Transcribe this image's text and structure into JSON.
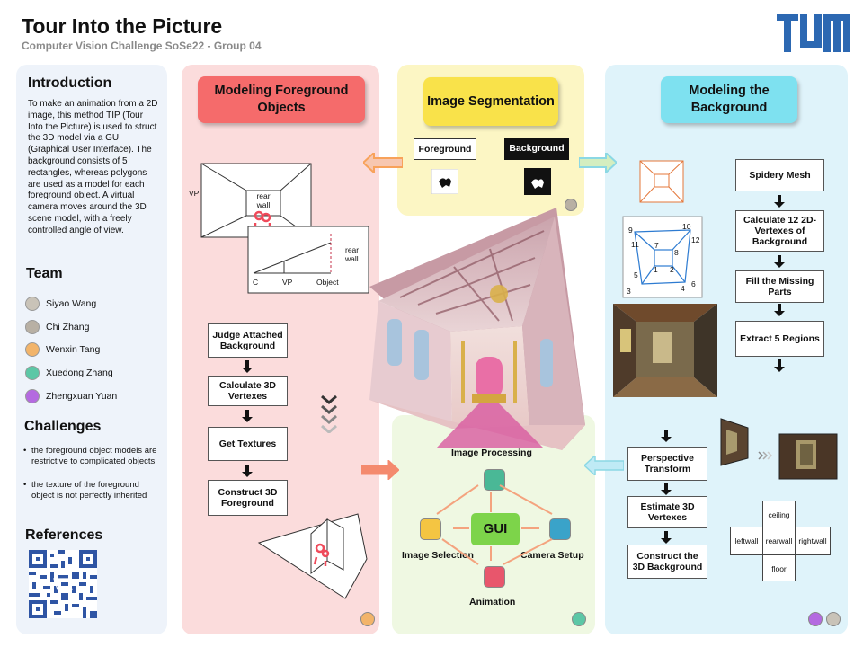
{
  "header": {
    "title": "Tour Into the Picture",
    "subtitle": "Computer Vision Challenge  SoSe22 - Group  04",
    "logo_text": "TUM"
  },
  "colors": {
    "foreground_panel": "#fbdcdc",
    "segmentation_panel": "#fcf6c4",
    "gui_panel": "#eff8e2",
    "background_panel": "#dff3fa",
    "foreground_header": "#f56b6b",
    "segmentation_header": "#f9e24a",
    "background_header": "#7ee1f0",
    "gui_center": "#7dd44a",
    "tum_blue": "#2c68b2"
  },
  "sidebar": {
    "intro_title": "Introduction",
    "intro_text": "To make  an animation from a 2D image,  this method TIP (Tour Into the Picture) is used to struct the 3D model via a GUI (Graphical User Interface). The background consists of 5 rectangles, whereas polygons are used as a model  for each foreground object. A virtual camera moves around the 3D scene model,  with a freely controlled angle of view.",
    "team_title": "Team",
    "team": [
      {
        "name": "Siyao Wang",
        "color": "#c9c3b8"
      },
      {
        "name": "Chi Zhang",
        "color": "#b8b0a4"
      },
      {
        "name": "Wenxin Tang",
        "color": "#f2b46a"
      },
      {
        "name": "Xuedong Zhang",
        "color": "#5cc7a6"
      },
      {
        "name": "Zhengxuan Yuan",
        "color": "#b46ae0"
      }
    ],
    "challenges_title": "Challenges",
    "challenges": [
      "the foreground object models are restrictive to complicated objects",
      "the texture of the foreground object is not perfectly inherited"
    ],
    "references_title": "References"
  },
  "foreground": {
    "header": "Modeling Foreground Objects",
    "diagram_vp": "VP",
    "diagram_rear_wall": "rear wall",
    "diagram_rear_wall_side": "rear wall",
    "axis_c": "C",
    "axis_vp": "VP",
    "axis_object": "Object",
    "steps": [
      "Judge Attached Background",
      "Calculate 3D Vertexes",
      "Get Textures",
      "Construct 3D Foreground"
    ]
  },
  "segmentation": {
    "header": "Image Segmentation",
    "foreground_label": "Foreground",
    "background_label": "Background"
  },
  "background": {
    "header": "Modeling the Background",
    "steps_right": [
      "Spidery Mesh",
      "Calculate 12 2D-Vertexes of Background",
      "Fill the Missing Parts",
      "Extract 5 Regions"
    ],
    "steps_left": [
      "Perspective Transform",
      "Estimate 3D Vertexes",
      "Construct the 3D Background"
    ],
    "mesh_numbers": [
      "1",
      "2",
      "3",
      "4",
      "5",
      "6",
      "7",
      "8",
      "9",
      "10",
      "11",
      "12"
    ],
    "faces": {
      "ceiling": "ceiling",
      "leftwall": "leftwall",
      "rearwall": "rearwall",
      "rightwall": "rightwall",
      "floor": "floor"
    }
  },
  "gui": {
    "center": "GUI",
    "image_processing": "Image Processing",
    "image_selection": "Image Selection",
    "camera_setup": "Camera Setup",
    "animation": "Animation"
  }
}
